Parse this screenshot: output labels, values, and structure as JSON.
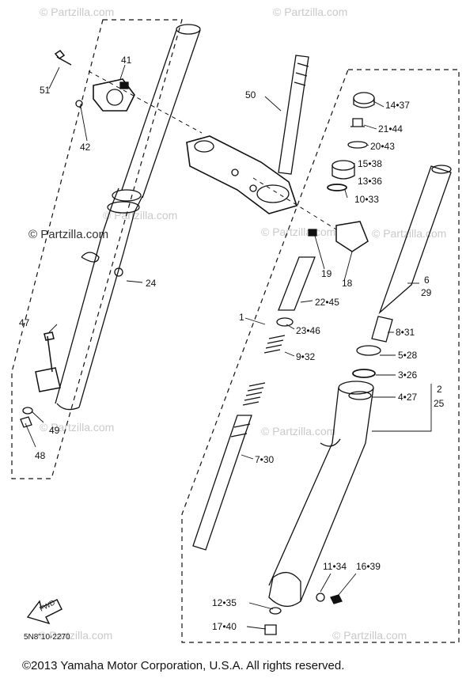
{
  "watermarks": {
    "top": "© Partzilla.com",
    "top_right": "© Partzilla.com",
    "left_mid": "© Partzilla.com",
    "center_mid": "© Partzilla.com",
    "center_right": "© Partzilla.com",
    "right_mid": "© Partzilla.com",
    "left_low": "© Partzilla.com",
    "center_low": "© Partzilla.com",
    "bottom_left": "© Partzilla.com",
    "bottom_right": "© Partzilla.com"
  },
  "callouts": {
    "c51": "51",
    "c41": "41",
    "c42": "42",
    "c50": "50",
    "c14": "14•37",
    "c21": "21•44",
    "c20": "20•43",
    "c15": "15•38",
    "c13": "13•36",
    "c10": "10•33",
    "c19": "19",
    "c18": "18",
    "c24": "24",
    "c22": "22•45",
    "c6a": "6",
    "c6b": "29",
    "c23": "23•46",
    "c1": "1",
    "c9": "9•32",
    "c8": "8•31",
    "c5": "5•28",
    "c3": "3•26",
    "c4": "4•27",
    "c2a": "2",
    "c2b": "25",
    "c47": "47",
    "c49": "49",
    "c48": "48",
    "c7": "7•30",
    "c11": "11•34",
    "c16": "16•39",
    "c12": "12•35",
    "c17": "17•40"
  },
  "fwd_label": "FWD",
  "diagram_code": "5N8\"10-2270",
  "copyright": "©2013   Yamaha Motor Corporation, U.S.A. All rights reserved."
}
